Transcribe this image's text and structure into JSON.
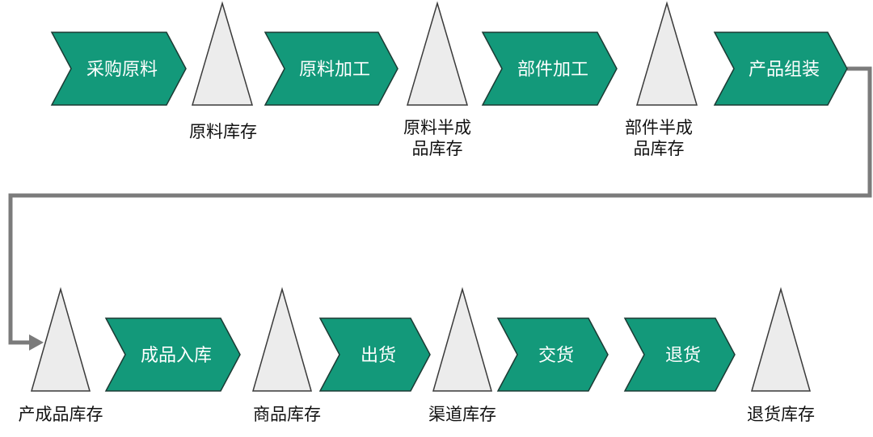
{
  "colors": {
    "process_step": "#13997a",
    "inventory": "#ececec",
    "connector": "#7b7b7b"
  },
  "rows": [
    {
      "steps": [
        "采购原料",
        "原料加工",
        "部件加工",
        "产品组装"
      ],
      "inventories": [
        [
          "原料库存"
        ],
        [
          "原料半成",
          "品库存"
        ],
        [
          "部件半成",
          "品库存"
        ]
      ]
    },
    {
      "steps": [
        "成品入库",
        "出货",
        "交货",
        "退货"
      ],
      "inventories": [
        [
          "产成品库存"
        ],
        [
          "商品库存"
        ],
        [
          "渠道库存"
        ],
        [
          "退货库存"
        ]
      ]
    }
  ]
}
